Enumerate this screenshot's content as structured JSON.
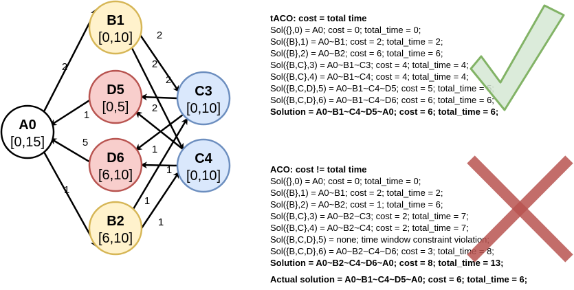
{
  "nodes": {
    "A0": {
      "name": "A0",
      "window": "[0,15]"
    },
    "B1": {
      "name": "B1",
      "window": "[0,10]"
    },
    "B2": {
      "name": "B2",
      "window": "[6,10]"
    },
    "C3": {
      "name": "C3",
      "window": "[0,10]"
    },
    "C4": {
      "name": "C4",
      "window": "[0,10]"
    },
    "D5": {
      "name": "D5",
      "window": "[0,5]"
    },
    "D6": {
      "name": "D6",
      "window": "[6,10]"
    }
  },
  "edges": [
    {
      "from": "A0",
      "to": "B1",
      "weight": "2"
    },
    {
      "from": "A0",
      "to": "B2",
      "weight": "1"
    },
    {
      "from": "B1",
      "to": "C3",
      "weight": "2"
    },
    {
      "from": "B1",
      "to": "C4",
      "weight": "2"
    },
    {
      "from": "B2",
      "to": "C3",
      "weight": "1"
    },
    {
      "from": "B2",
      "to": "C4",
      "weight": "1"
    },
    {
      "from": "C3",
      "to": "D5",
      "weight": "2"
    },
    {
      "from": "C3",
      "to": "D6",
      "weight": "2"
    },
    {
      "from": "C4",
      "to": "D5",
      "weight": "1"
    },
    {
      "from": "C4",
      "to": "D6",
      "weight": "1"
    },
    {
      "from": "D5",
      "to": "A0",
      "weight": "1"
    },
    {
      "from": "D6",
      "to": "A0",
      "weight": "5"
    }
  ],
  "colors": {
    "yellow_fill": "#fff2cc",
    "yellow_stroke": "#d6b656",
    "red_fill": "#f8cecc",
    "red_stroke": "#b85450",
    "blue_fill": "#dae8fc",
    "blue_stroke": "#6c8ebf",
    "white_fill": "#ffffff",
    "black_stroke": "#000000",
    "check_fill": "#d5e8d4",
    "check_stroke": "#82b366",
    "cross": "#b85450"
  },
  "taco_block": {
    "title": "tACO: cost = total time",
    "lines": [
      "Sol({},0) = A0; cost = 0; total_time = 0;",
      "Sol({B},1) = A0~B1; cost = 2; total_time = 2;",
      "Sol({B},2) = A0~B2; cost = 6; total_time = 6;",
      "Sol({B,C},3) = A0~B1~C3; cost = 4; total_time = 4;",
      "Sol({B,C},4) = A0~B1~C4; cost = 4; total_time = 4;",
      "Sol({B,C,D},5) = A0~B1~C4~D5; cost = 5; total_time = 5;",
      "Sol({B,C,D},6) = A0~B1~C4~D6; cost = 6; total_time = 6;"
    ],
    "solution": "Solution = A0~B1~C4~D5~A0; cost = 6; total_time = 6;",
    "mark": "check-icon"
  },
  "aco_block": {
    "title": "ACO: cost != total time",
    "lines": [
      "Sol({},0) = A0; cost = 0; total_time = 0;",
      "Sol({B},1) = A0~B1; cost = 2; total_time = 2;",
      "Sol({B},2) = A0~B2; cost = 1; total_time = 6;",
      "Sol({B,C},3) = A0~B2~C3; cost = 2; total_time = 7;",
      "Sol({B,C},4) = A0~B2~C4; cost = 2; total_time = 7;",
      "Sol({B,C,D},5) = none; time window constraint violation;",
      "Sol({B,C,D},6) = A0~B2~C4~D6; cost = 3; total_time = 8;"
    ],
    "solution": "Solution = A0~B2~C4~D6~A0; cost = 8; total_time = 13;",
    "mark": "cross-icon"
  },
  "actual_solution": "Actual solution = A0~B1~C4~D5~A0; cost = 6; total_time = 6;"
}
